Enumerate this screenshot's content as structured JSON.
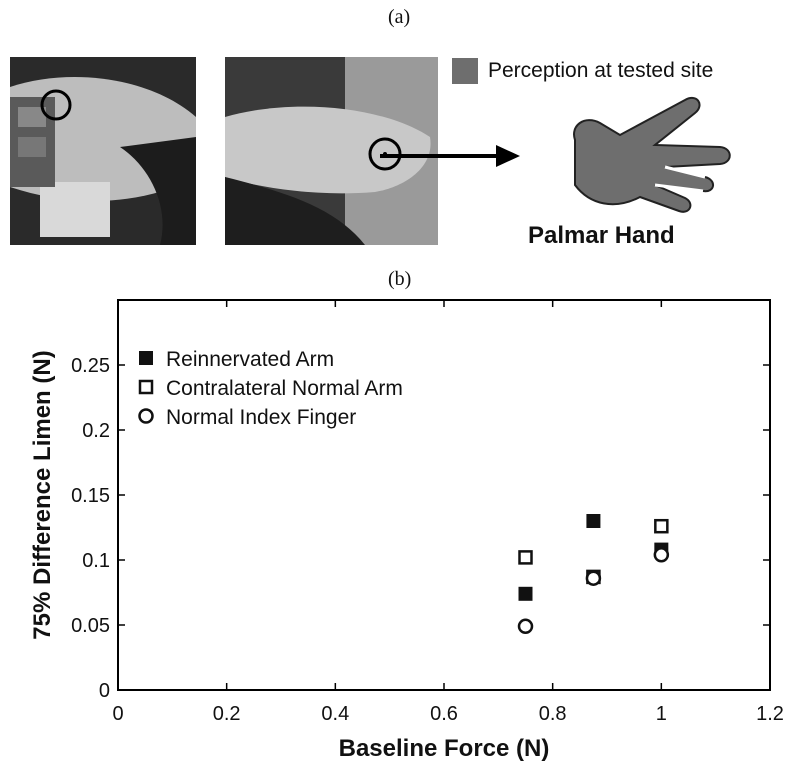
{
  "panel_labels": {
    "a": "(a)",
    "b": "(b)"
  },
  "photo_legend": {
    "text": "Perception at tested site",
    "color": "#6e6e6e"
  },
  "hand_caption": "Palmar Hand",
  "chart_data": {
    "type": "scatter",
    "xlabel": "Baseline Force (N)",
    "ylabel": "75% Difference Limen (N)",
    "xlim": [
      0,
      1.2
    ],
    "ylim": [
      0,
      0.3
    ],
    "xticks": [
      0,
      0.2,
      0.4,
      0.6,
      0.8,
      1,
      1.2
    ],
    "xtick_labels": [
      "0",
      "0.2",
      "0.4",
      "0.6",
      "0.8",
      "1",
      "1.2"
    ],
    "yticks": [
      0,
      0.05,
      0.1,
      0.15,
      0.2,
      0.25
    ],
    "ytick_labels": [
      "0",
      "0.05",
      "0.1",
      "0.15",
      "0.2",
      "0.25"
    ],
    "grid": false,
    "legend_position": "top-left",
    "series": [
      {
        "name": "Reinnervated Arm",
        "marker": "filled-square",
        "x": [
          0.75,
          0.875,
          1.0
        ],
        "y": [
          0.074,
          0.13,
          0.108
        ]
      },
      {
        "name": "Contralateral Normal Arm",
        "marker": "open-square",
        "x": [
          0.75,
          0.875,
          1.0
        ],
        "y": [
          0.102,
          0.087,
          0.126
        ]
      },
      {
        "name": "Normal Index Finger",
        "marker": "open-circle",
        "x": [
          0.75,
          0.875,
          1.0
        ],
        "y": [
          0.049,
          0.086,
          0.104
        ]
      }
    ]
  }
}
